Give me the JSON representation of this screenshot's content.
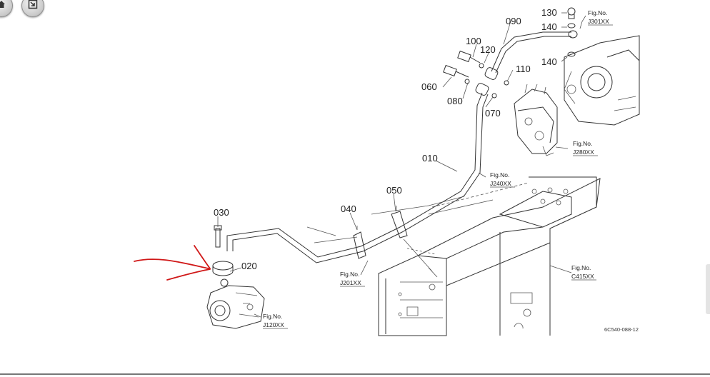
{
  "toolbar": {
    "buttons": [
      {
        "name": "home",
        "icon": "home-icon"
      },
      {
        "name": "fit",
        "icon": "fit-screen-icon"
      }
    ]
  },
  "diagram": {
    "part_numbers": {
      "p010": "010",
      "p020": "020",
      "p030": "030",
      "p040": "040",
      "p050": "050",
      "p060": "060",
      "p070": "070",
      "p080": "080",
      "p090": "090",
      "p100": "100",
      "p110": "110",
      "p120": "120",
      "p130": "130",
      "p140a": "140",
      "p140b": "140"
    },
    "fig_refs": {
      "J301": {
        "label": "Fig.No.",
        "code": "J301XX"
      },
      "J280": {
        "label": "Fig.No.",
        "code": "J280XX"
      },
      "J240": {
        "label": "Fig.No.",
        "code": "J240XX"
      },
      "J201": {
        "label": "Fig.No.",
        "code": "J201XX"
      },
      "C415": {
        "label": "Fig.No.",
        "code": "C415XX"
      },
      "J120": {
        "label": "Fig.No.",
        "code": "J120XX"
      }
    },
    "drawing_code": "6C540-088-12",
    "annotation_color": "#d01818"
  }
}
